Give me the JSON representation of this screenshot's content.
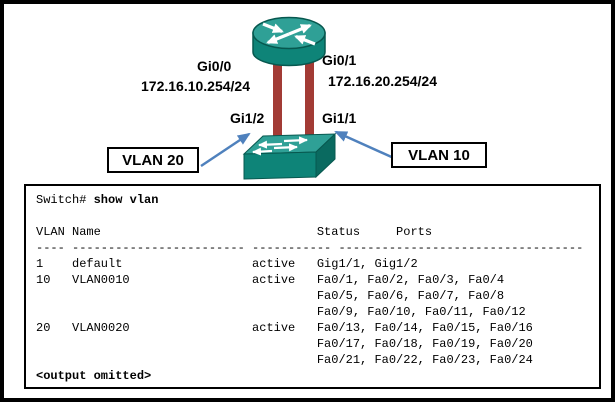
{
  "figure": {
    "labels": {
      "gi00": "Gi0/0",
      "gi01": "Gi0/1",
      "ip_left": "172.16.10.254/24",
      "ip_right": "172.16.20.254/24",
      "gi12": "Gi1/2",
      "gi11": "Gi1/1",
      "vlan20": "VLAN 20",
      "vlan10": "VLAN 10"
    },
    "icons": {
      "router": "router-icon",
      "switch": "switch-icon"
    },
    "colors": {
      "device_teal": "#0E8478",
      "device_teal_light": "#2FA096",
      "device_teal_dark": "#0A6A60",
      "outline_teal": "#07584F",
      "link_red": "#A23B35",
      "arrow_blue": "#4F81BD"
    }
  },
  "terminal": {
    "prompt": "Switch# ",
    "command": "show vlan",
    "output_lines": [
      "",
      "VLAN Name                              Status     Ports",
      "---- ------------------------ ----------- ----------------------------------",
      "1    default                  active   Gig1/1, Gig1/2",
      "10   VLAN0010                 active   Fa0/1, Fa0/2, Fa0/3, Fa0/4",
      "                                       Fa0/5, Fa0/6, Fa0/7, Fa0/8",
      "                                       Fa0/9, Fa0/10, Fa0/11, Fa0/12",
      "20   VLAN0020                 active   Fa0/13, Fa0/14, Fa0/15, Fa0/16",
      "                                       Fa0/17, Fa0/18, Fa0/19, Fa0/20",
      "                                       Fa0/21, Fa0/22, Fa0/23, Fa0/24"
    ],
    "footer": "<output omitted>"
  }
}
